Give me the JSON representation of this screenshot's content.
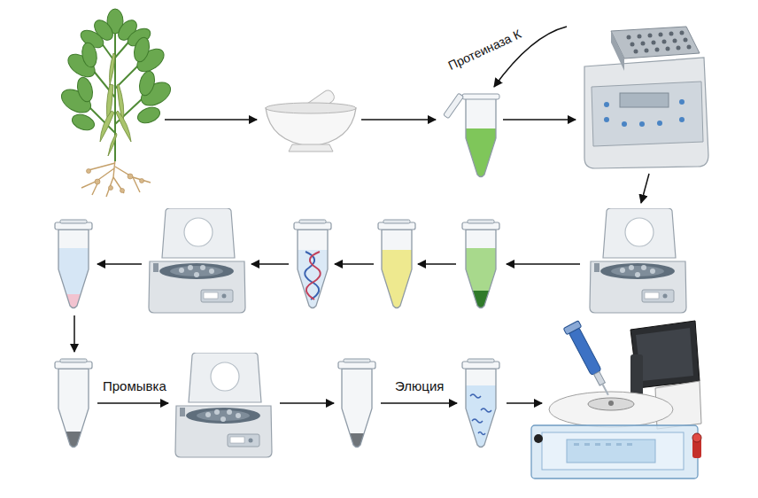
{
  "diagram": {
    "labels": [
      "Протеиназа К",
      "Промывка",
      "Элюция"
    ]
  }
}
